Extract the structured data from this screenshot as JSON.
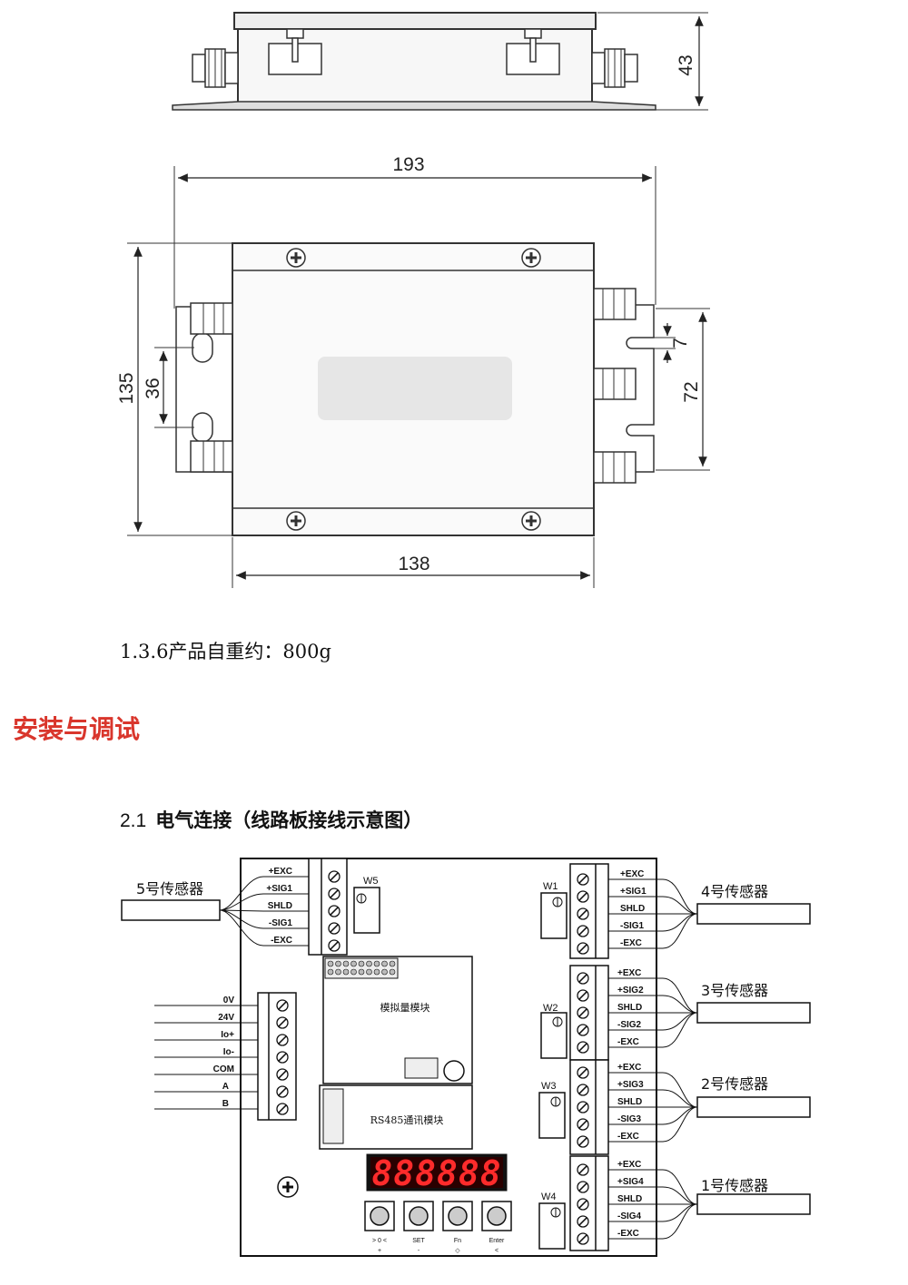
{
  "drawing": {
    "dim_height": "43",
    "dim_width_total": "193",
    "dim_width_body": "138",
    "dim_height_total": "135",
    "dim_mount_pitch": "36",
    "dim_slot": "7",
    "dim_slot_pitch": "72"
  },
  "weight_line": "1.3.6产品自重约：800g",
  "section_heading": "安装与调试",
  "subsection": {
    "number": "2.1",
    "title": "电气连接（线路板接线示意图）"
  },
  "board": {
    "sensor_labels": [
      "5号传感器",
      "4号传感器",
      "3号传感器",
      "2号传感器",
      "1号传感器"
    ],
    "terminal_left_top": [
      "+EXC",
      "+SIG1",
      "SHLD",
      "-SIG1",
      "-EXC"
    ],
    "terminal_right_1": [
      "+EXC",
      "+SIG1",
      "SHLD",
      "-SIG1",
      "-EXC"
    ],
    "terminal_right_2": [
      "+EXC",
      "+SIG2",
      "SHLD",
      "-SIG2",
      "-EXC"
    ],
    "terminal_right_3": [
      "+EXC",
      "+SIG3",
      "SHLD",
      "-SIG3",
      "-EXC"
    ],
    "terminal_right_4": [
      "+EXC",
      "+SIG4",
      "SHLD",
      "-SIG4",
      "-EXC"
    ],
    "power_terminal": [
      "0V",
      "24V",
      "Io+",
      "Io-",
      "COM",
      "A",
      "B"
    ],
    "trimmers": [
      "W5",
      "W1",
      "W2",
      "W3",
      "W4"
    ],
    "analog_module": "模拟量模块",
    "rs485_module": "RS485通讯模块",
    "display_digits": "888888",
    "keys": [
      {
        "label": "> 0 <",
        "sub": "+"
      },
      {
        "label": "SET",
        "sub": "-"
      },
      {
        "label": "Fn",
        "sub": "◇"
      },
      {
        "label": "Enter",
        "sub": "<"
      }
    ]
  },
  "colors": {
    "heading": "#d9362c",
    "display_bg": "#e02020",
    "display_digit": "#ff2b2b"
  }
}
